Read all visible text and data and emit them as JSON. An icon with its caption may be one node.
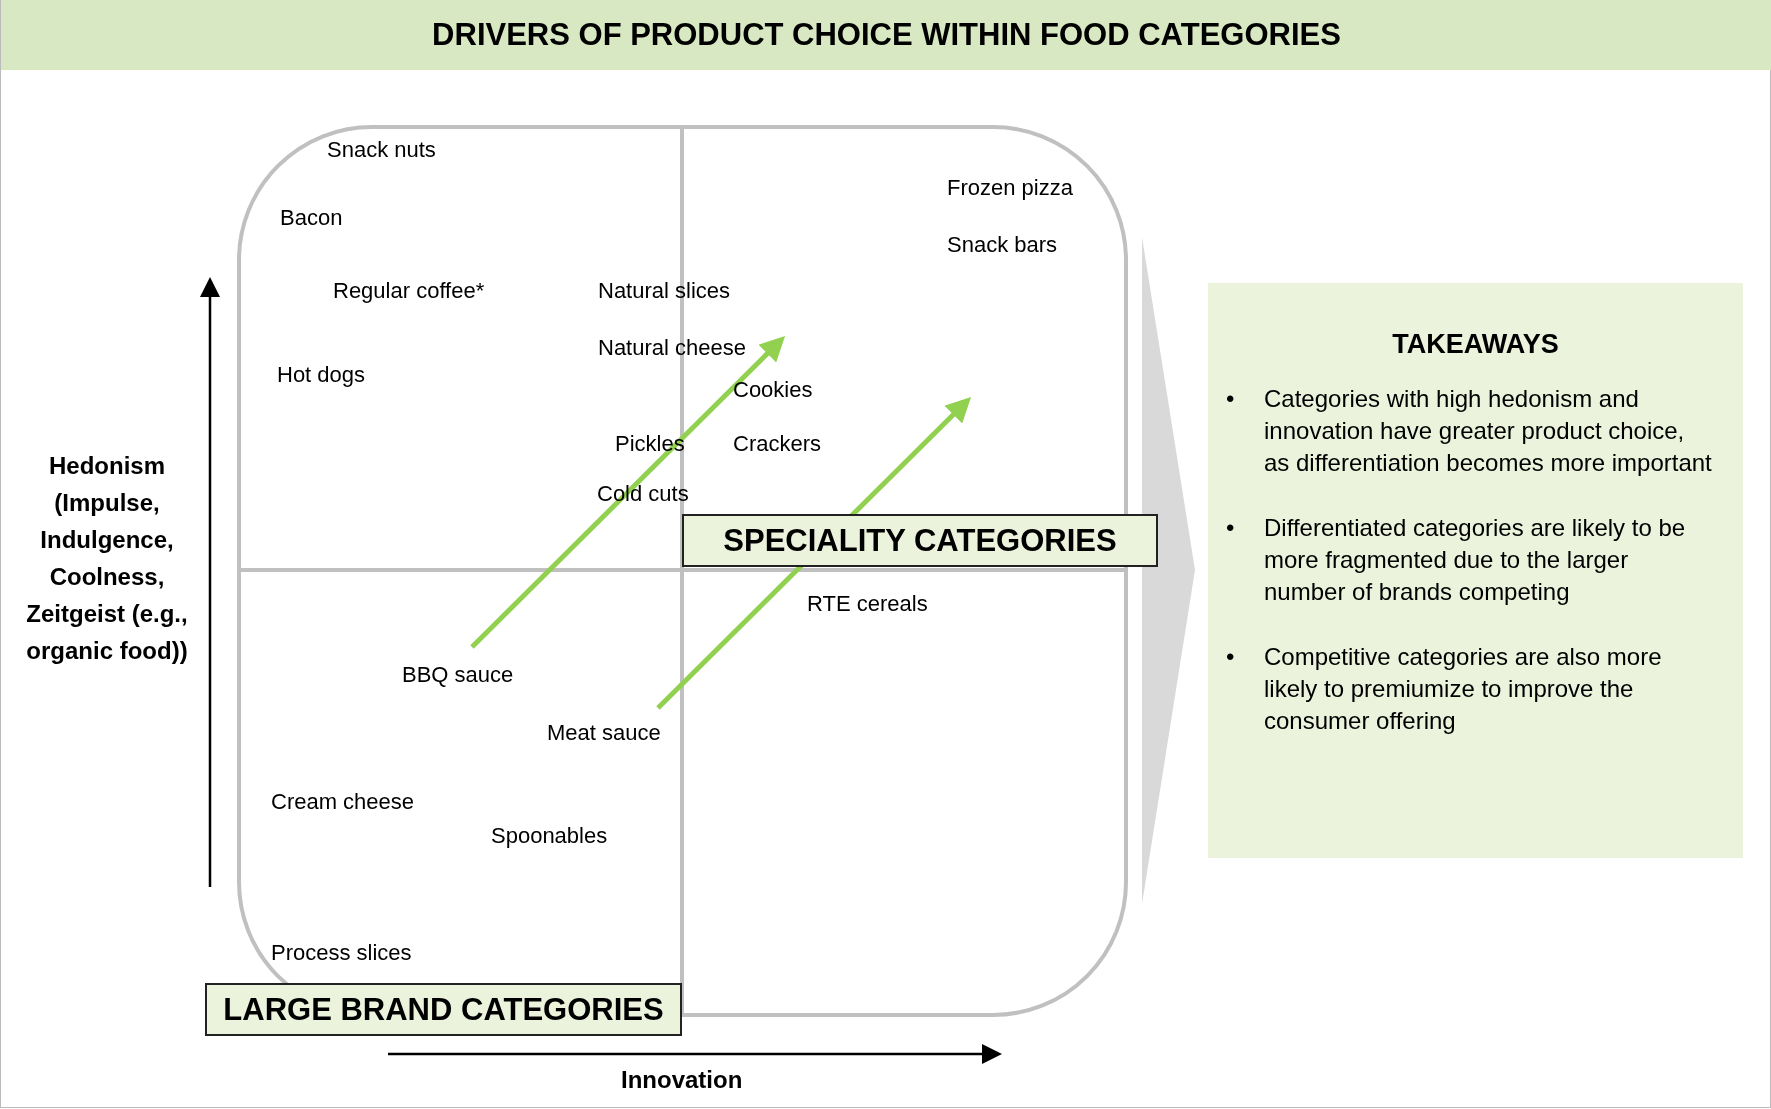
{
  "diagram": {
    "title": "DRIVERS OF PRODUCT CHOICE WITHIN FOOD CATEGORIES",
    "nodes": [
      {
        "text": [],
        "shape": "box"
      },
      {
        "text": [
          "SPECIALITY CATEGORIES"
        ]
      },
      {
        "text": [
          "LARGE BRAND CATEGORIES"
        ]
      },
      {
        "text": [
          "TAKEAWAYS",
          "• Categories with high hedonism and innovation have greater product choice, as differentiation becomes more important",
          "• Differentiated categories are likely to be more fragmented due to the larger number of brands competing",
          "• Competitive categories are also more likely to premiumize to improve the consumer offering"
        ]
      }
    ],
    "edges": [
      {
        "from": 0,
        "to": 3,
        "arrow": "to",
        "color": "#d9d9d9"
      }
    ],
    "labels": [
      "Snack nuts",
      "Bacon",
      "Regular coffee*",
      "Natural slices",
      "Natural cheese",
      "Frozen pizza",
      "Snack bars",
      "Hot dogs",
      "Cookies",
      "Pickles",
      "Crackers",
      "Cold cuts",
      "RTE cereals",
      "BBQ sauce",
      "Meat sauce",
      "Cream cheese",
      "Spoonables",
      "Process slices",
      "Hedonism (Impulse, Indulgence, Coolness, Zeitgeist (e.g., organic food))",
      "Innovation"
    ]
  }
}
